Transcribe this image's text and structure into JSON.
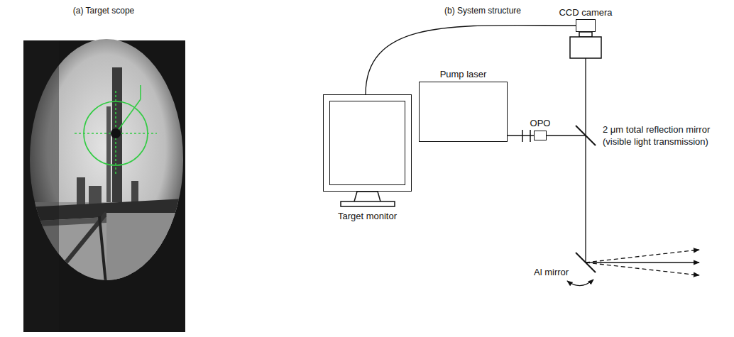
{
  "diagram": {
    "nodes": [
      {
        "text": [
          "Pump laser"
        ]
      },
      {
        "text": [
          "OPO"
        ]
      },
      {
        "text": [
          "CCD camera"
        ]
      },
      {
        "text": [
          "Target monitor"
        ]
      }
    ],
    "edges": [
      {
        "from": 3,
        "to": 2,
        "arrow": "none"
      },
      {
        "from": 0,
        "to": 1,
        "arrow": "none"
      }
    ],
    "labels": [
      "(a) Target scope",
      "(b) System structure",
      "2 μm total reflection mirror",
      "(visible light transmission)",
      "Al mirror"
    ]
  }
}
